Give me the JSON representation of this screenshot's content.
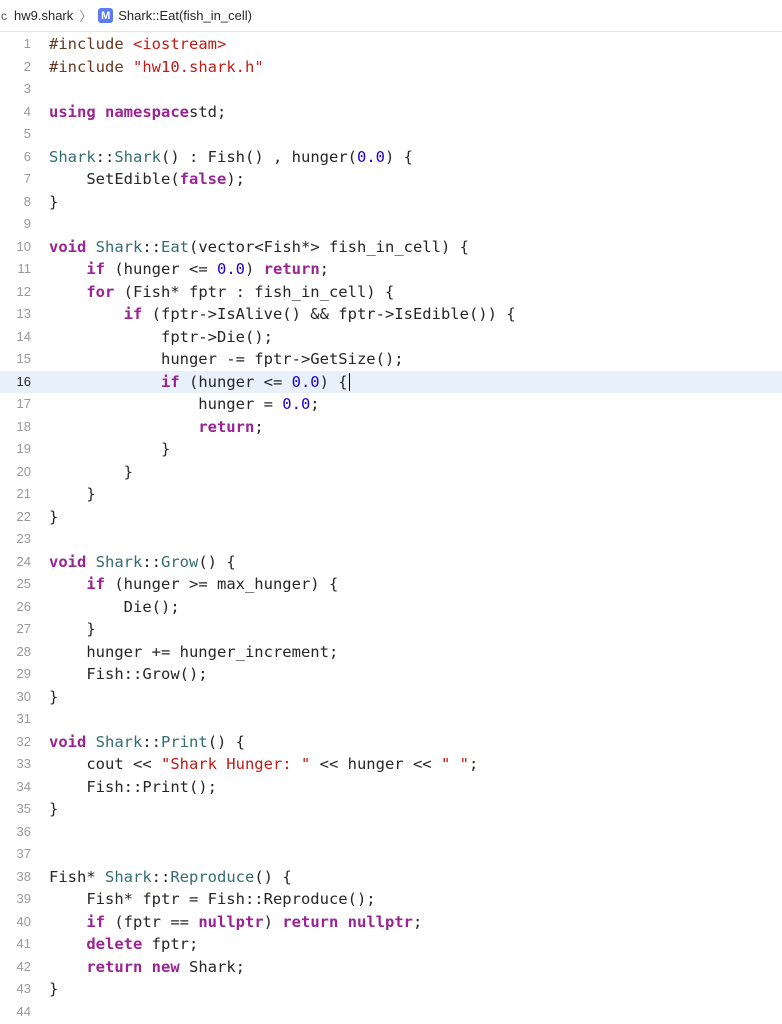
{
  "jumpbar": {
    "file_name": "hw9.shark",
    "chevron": "〉",
    "symbol_badge": "M",
    "symbol": "Shark::Eat(fish_in_cell)"
  },
  "editor": {
    "current_line": 16,
    "lines": [
      {
        "n": "1",
        "t": [
          [
            "pp",
            "#include "
          ],
          [
            "str",
            "<iostream>"
          ]
        ]
      },
      {
        "n": "2",
        "t": [
          [
            "pp",
            "#include "
          ],
          [
            "str",
            "\"hw10.shark.h\""
          ]
        ]
      },
      {
        "n": "3",
        "t": []
      },
      {
        "n": "4",
        "t": [
          [
            "kw",
            "using namespace"
          ],
          [
            "",
            "std;"
          ]
        ]
      },
      {
        "n": "5",
        "t": []
      },
      {
        "n": "6",
        "t": [
          [
            "fn",
            "Shark"
          ],
          [
            "",
            "::"
          ],
          [
            "fn",
            "Shark"
          ],
          [
            "",
            "() : Fish() , hunger("
          ],
          [
            "num",
            "0.0"
          ],
          [
            "",
            ") {"
          ]
        ]
      },
      {
        "n": "7",
        "t": [
          [
            "",
            "    SetEdible("
          ],
          [
            "kw",
            "false"
          ],
          [
            "",
            ");"
          ]
        ]
      },
      {
        "n": "8",
        "t": [
          [
            "",
            "}"
          ]
        ]
      },
      {
        "n": "9",
        "t": []
      },
      {
        "n": "10",
        "t": [
          [
            "kw",
            "void"
          ],
          [
            "",
            " "
          ],
          [
            "fn",
            "Shark"
          ],
          [
            "",
            "::"
          ],
          [
            "fn",
            "Eat"
          ],
          [
            "",
            "(vector<Fish*> fish_in_cell) {"
          ]
        ]
      },
      {
        "n": "11",
        "t": [
          [
            "",
            "    "
          ],
          [
            "kw",
            "if"
          ],
          [
            "",
            " (hunger <= "
          ],
          [
            "num",
            "0.0"
          ],
          [
            ") "
          ],
          [
            "kw",
            "return"
          ],
          [
            "",
            ";"
          ]
        ]
      },
      {
        "n": "12",
        "t": [
          [
            "",
            "    "
          ],
          [
            "kw",
            "for"
          ],
          [
            "",
            " (Fish* fptr : fish_in_cell) {"
          ]
        ]
      },
      {
        "n": "13",
        "t": [
          [
            "",
            "        "
          ],
          [
            "kw",
            "if"
          ],
          [
            "",
            " (fptr->IsAlive() && fptr->IsEdible()) {"
          ]
        ]
      },
      {
        "n": "14",
        "t": [
          [
            "",
            "            fptr->Die();"
          ]
        ]
      },
      {
        "n": "15",
        "t": [
          [
            "",
            "            hunger -= fptr->GetSize();"
          ]
        ]
      },
      {
        "n": "16",
        "t": [
          [
            "",
            "            "
          ],
          [
            "kw",
            "if"
          ],
          [
            "",
            " (hunger <= "
          ],
          [
            "num",
            "0.0"
          ],
          [
            "",
            ") {"
          ]
        ],
        "caret": true
      },
      {
        "n": "17",
        "t": [
          [
            "",
            "                hunger = "
          ],
          [
            "num",
            "0.0"
          ],
          [
            "",
            ";"
          ]
        ]
      },
      {
        "n": "18",
        "t": [
          [
            "",
            "                "
          ],
          [
            "kw",
            "return"
          ],
          [
            "",
            ";"
          ]
        ]
      },
      {
        "n": "19",
        "t": [
          [
            "",
            "            }"
          ]
        ]
      },
      {
        "n": "20",
        "t": [
          [
            "",
            "        }"
          ]
        ]
      },
      {
        "n": "21",
        "t": [
          [
            "",
            "    }"
          ]
        ]
      },
      {
        "n": "22",
        "t": [
          [
            "",
            "}"
          ]
        ]
      },
      {
        "n": "23",
        "t": []
      },
      {
        "n": "24",
        "t": [
          [
            "kw",
            "void"
          ],
          [
            "",
            " "
          ],
          [
            "fn",
            "Shark"
          ],
          [
            "",
            "::"
          ],
          [
            "fn",
            "Grow"
          ],
          [
            "",
            "() {"
          ]
        ]
      },
      {
        "n": "25",
        "t": [
          [
            "",
            "    "
          ],
          [
            "kw",
            "if"
          ],
          [
            "",
            " (hunger >= max_hunger) {"
          ]
        ]
      },
      {
        "n": "26",
        "t": [
          [
            "",
            "        Die();"
          ]
        ]
      },
      {
        "n": "27",
        "t": [
          [
            "",
            "    }"
          ]
        ]
      },
      {
        "n": "28",
        "t": [
          [
            "",
            "    hunger += hunger_increment;"
          ]
        ]
      },
      {
        "n": "29",
        "t": [
          [
            "",
            "    Fish::Grow();"
          ]
        ]
      },
      {
        "n": "30",
        "t": [
          [
            "",
            "}"
          ]
        ]
      },
      {
        "n": "31",
        "t": []
      },
      {
        "n": "32",
        "t": [
          [
            "kw",
            "void"
          ],
          [
            "",
            " "
          ],
          [
            "fn",
            "Shark"
          ],
          [
            "",
            "::"
          ],
          [
            "fn",
            "Print"
          ],
          [
            "",
            "() {"
          ]
        ]
      },
      {
        "n": "33",
        "t": [
          [
            "",
            "    cout << "
          ],
          [
            "str",
            "\"Shark Hunger: \""
          ],
          [
            "",
            " << hunger << "
          ],
          [
            "str",
            "\" \""
          ],
          [
            "",
            ";"
          ]
        ]
      },
      {
        "n": "34",
        "t": [
          [
            "",
            "    Fish::Print();"
          ]
        ]
      },
      {
        "n": "35",
        "t": [
          [
            "",
            "}"
          ]
        ]
      },
      {
        "n": "36",
        "t": []
      },
      {
        "n": "37",
        "t": []
      },
      {
        "n": "38",
        "t": [
          [
            "",
            "Fish* "
          ],
          [
            "fn",
            "Shark"
          ],
          [
            "",
            "::"
          ],
          [
            "fn",
            "Reproduce"
          ],
          [
            "",
            "() {"
          ]
        ]
      },
      {
        "n": "39",
        "t": [
          [
            "",
            "    Fish* fptr = Fish::Reproduce();"
          ]
        ]
      },
      {
        "n": "40",
        "t": [
          [
            "",
            "    "
          ],
          [
            "kw",
            "if"
          ],
          [
            "",
            " (fptr == "
          ],
          [
            "kw",
            "nullptr"
          ],
          [
            ") "
          ],
          [
            "kw",
            "return"
          ],
          [
            "",
            " "
          ],
          [
            "kw",
            "nullptr"
          ],
          [
            "",
            ";"
          ]
        ]
      },
      {
        "n": "41",
        "t": [
          [
            "",
            "    "
          ],
          [
            "kw",
            "delete"
          ],
          [
            "",
            " fptr;"
          ]
        ]
      },
      {
        "n": "42",
        "t": [
          [
            "",
            "    "
          ],
          [
            "kw",
            "return"
          ],
          [
            "",
            " "
          ],
          [
            "kw",
            "new"
          ],
          [
            "",
            " Shark;"
          ]
        ]
      },
      {
        "n": "43",
        "t": [
          [
            "",
            "}"
          ]
        ]
      },
      {
        "n": "44",
        "t": []
      }
    ]
  }
}
